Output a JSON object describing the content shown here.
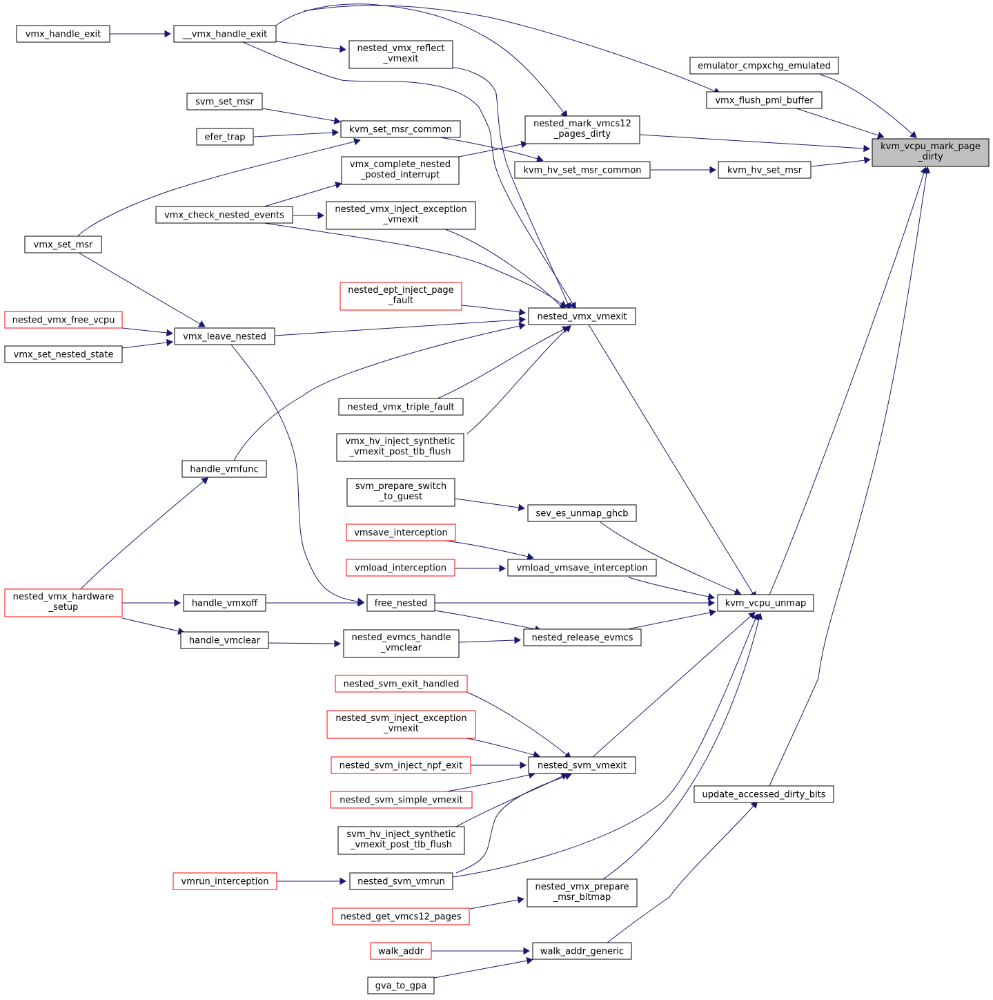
{
  "diagram": {
    "type": "call-graph",
    "colors": {
      "edge": "#191970",
      "external_border": "#ff0000",
      "node_border": "#000000",
      "focus_fill": "#bfbfbf"
    },
    "nodes": [
      {
        "id": "n0",
        "lines": [
          "kvm_vcpu_mark_page",
          "_dirty"
        ],
        "style": "hl"
      },
      {
        "id": "n1",
        "lines": [
          "emulator_cmpxchg_emulated"
        ]
      },
      {
        "id": "n2",
        "lines": [
          "kvm_hv_set_msr"
        ]
      },
      {
        "id": "n3",
        "lines": [
          "kvm_hv_set_msr_common"
        ]
      },
      {
        "id": "n4",
        "lines": [
          "kvm_set_msr_common"
        ]
      },
      {
        "id": "n5",
        "lines": [
          "efer_trap"
        ]
      },
      {
        "id": "n6",
        "lines": [
          "svm_set_msr"
        ]
      },
      {
        "id": "n7",
        "lines": [
          "vmx_set_msr"
        ]
      },
      {
        "id": "n8",
        "lines": [
          "kvm_vcpu_unmap"
        ]
      },
      {
        "id": "n9",
        "lines": [
          "free_nested"
        ]
      },
      {
        "id": "n10",
        "lines": [
          "handle_vmxoff"
        ]
      },
      {
        "id": "n11",
        "lines": [
          "nested_vmx_hardware",
          "_setup"
        ],
        "style": "red"
      },
      {
        "id": "n12",
        "lines": [
          "vmx_leave_nested"
        ]
      },
      {
        "id": "n13",
        "lines": [
          "nested_vmx_free_vcpu"
        ],
        "style": "red"
      },
      {
        "id": "n14",
        "lines": [
          "vmx_set_nested_state"
        ]
      },
      {
        "id": "n15",
        "lines": [
          "nested_release_evmcs"
        ]
      },
      {
        "id": "n16",
        "lines": [
          "nested_evmcs_handle",
          "_vmclear"
        ]
      },
      {
        "id": "n17",
        "lines": [
          "handle_vmclear"
        ]
      },
      {
        "id": "n18",
        "lines": [
          "nested_svm_vmexit"
        ]
      },
      {
        "id": "n19",
        "lines": [
          "nested_svm_exit_handled"
        ],
        "style": "red"
      },
      {
        "id": "n20",
        "lines": [
          "nested_svm_inject_exception",
          "_vmexit"
        ],
        "style": "red"
      },
      {
        "id": "n21",
        "lines": [
          "nested_svm_inject_npf_exit"
        ],
        "style": "red"
      },
      {
        "id": "n22",
        "lines": [
          "nested_svm_simple_vmexit"
        ],
        "style": "red"
      },
      {
        "id": "n23",
        "lines": [
          "svm_hv_inject_synthetic",
          "_vmexit_post_tlb_flush"
        ]
      },
      {
        "id": "n24",
        "lines": [
          "nested_svm_vmrun"
        ]
      },
      {
        "id": "n25",
        "lines": [
          "vmrun_interception"
        ],
        "style": "red"
      },
      {
        "id": "n26",
        "lines": [
          "nested_vmx_prepare",
          "_msr_bitmap"
        ]
      },
      {
        "id": "n27",
        "lines": [
          "nested_get_vmcs12_pages"
        ],
        "style": "red"
      },
      {
        "id": "n28",
        "lines": [
          "nested_vmx_vmexit"
        ]
      },
      {
        "id": "n29",
        "lines": [
          "__vmx_handle_exit"
        ]
      },
      {
        "id": "n30",
        "lines": [
          "vmx_handle_exit"
        ]
      },
      {
        "id": "n31",
        "lines": [
          "nested_ept_inject_page",
          "_fault"
        ],
        "style": "red"
      },
      {
        "id": "n32",
        "lines": [
          "nested_vmx_inject_exception",
          "_vmexit"
        ]
      },
      {
        "id": "n33",
        "lines": [
          "vmx_check_nested_events"
        ]
      },
      {
        "id": "n34",
        "lines": [
          "nested_vmx_reflect",
          "_vmexit"
        ]
      },
      {
        "id": "n35",
        "lines": [
          "nested_vmx_triple_fault"
        ]
      },
      {
        "id": "n36",
        "lines": [
          "handle_vmfunc"
        ]
      },
      {
        "id": "n37",
        "lines": [
          "vmx_hv_inject_synthetic",
          "_vmexit_post_tlb_flush"
        ]
      },
      {
        "id": "n38",
        "lines": [
          "sev_es_unmap_ghcb"
        ]
      },
      {
        "id": "n39",
        "lines": [
          "svm_prepare_switch",
          "_to_guest"
        ]
      },
      {
        "id": "n40",
        "lines": [
          "vmload_vmsave_interception"
        ]
      },
      {
        "id": "n41",
        "lines": [
          "vmload_interception"
        ],
        "style": "red"
      },
      {
        "id": "n42",
        "lines": [
          "vmsave_interception"
        ],
        "style": "red"
      },
      {
        "id": "n43",
        "lines": [
          "nested_mark_vmcs12",
          "_pages_dirty"
        ]
      },
      {
        "id": "n44",
        "lines": [
          "vmx_complete_nested",
          "_posted_interrupt"
        ]
      },
      {
        "id": "n45",
        "lines": [
          "update_accessed_dirty_bits"
        ]
      },
      {
        "id": "n46",
        "lines": [
          "walk_addr_generic"
        ]
      },
      {
        "id": "n47",
        "lines": [
          "gva_to_gpa"
        ]
      },
      {
        "id": "n48",
        "lines": [
          "walk_addr"
        ],
        "style": "red"
      },
      {
        "id": "n49",
        "lines": [
          "vmx_flush_pml_buffer"
        ]
      }
    ],
    "edges": [
      {
        "from": "n1",
        "to": "n0"
      },
      {
        "from": "n2",
        "to": "n0"
      },
      {
        "from": "n3",
        "to": "n2"
      },
      {
        "from": "n4",
        "to": "n3"
      },
      {
        "from": "n5",
        "to": "n4"
      },
      {
        "from": "n6",
        "to": "n4"
      },
      {
        "from": "n7",
        "to": "n4"
      },
      {
        "from": "n8",
        "to": "n0"
      },
      {
        "from": "n9",
        "to": "n8"
      },
      {
        "from": "n10",
        "to": "n9"
      },
      {
        "from": "n11",
        "to": "n10"
      },
      {
        "from": "n12",
        "to": "n9"
      },
      {
        "from": "n13",
        "to": "n12"
      },
      {
        "from": "n14",
        "to": "n12"
      },
      {
        "from": "n7",
        "to": "n12"
      },
      {
        "from": "n15",
        "to": "n8"
      },
      {
        "from": "n9",
        "to": "n15"
      },
      {
        "from": "n16",
        "to": "n15"
      },
      {
        "from": "n17",
        "to": "n16"
      },
      {
        "from": "n11",
        "to": "n17"
      },
      {
        "from": "n18",
        "to": "n8"
      },
      {
        "from": "n19",
        "to": "n18"
      },
      {
        "from": "n20",
        "to": "n18"
      },
      {
        "from": "n21",
        "to": "n18"
      },
      {
        "from": "n22",
        "to": "n18"
      },
      {
        "from": "n23",
        "to": "n18"
      },
      {
        "from": "n24",
        "to": "n18"
      },
      {
        "from": "n25",
        "to": "n24"
      },
      {
        "from": "n24",
        "to": "n8"
      },
      {
        "from": "n26",
        "to": "n8"
      },
      {
        "from": "n27",
        "to": "n26"
      },
      {
        "from": "n28",
        "to": "n8"
      },
      {
        "from": "n29",
        "to": "n28"
      },
      {
        "from": "n30",
        "to": "n29"
      },
      {
        "from": "n31",
        "to": "n28"
      },
      {
        "from": "n32",
        "to": "n28"
      },
      {
        "from": "n33",
        "to": "n32"
      },
      {
        "from": "n33",
        "to": "n28"
      },
      {
        "from": "n34",
        "to": "n28"
      },
      {
        "from": "n29",
        "to": "n34"
      },
      {
        "from": "n35",
        "to": "n28"
      },
      {
        "from": "n36",
        "to": "n28"
      },
      {
        "from": "n11",
        "to": "n36"
      },
      {
        "from": "n37",
        "to": "n28"
      },
      {
        "from": "n12",
        "to": "n28"
      },
      {
        "from": "n38",
        "to": "n8"
      },
      {
        "from": "n39",
        "to": "n38"
      },
      {
        "from": "n40",
        "to": "n8"
      },
      {
        "from": "n41",
        "to": "n40"
      },
      {
        "from": "n42",
        "to": "n40"
      },
      {
        "from": "n43",
        "to": "n0"
      },
      {
        "from": "n29",
        "to": "n43"
      },
      {
        "from": "n44",
        "to": "n43"
      },
      {
        "from": "n33",
        "to": "n44"
      },
      {
        "from": "n45",
        "to": "n0"
      },
      {
        "from": "n46",
        "to": "n45"
      },
      {
        "from": "n47",
        "to": "n46"
      },
      {
        "from": "n48",
        "to": "n46"
      },
      {
        "from": "n49",
        "to": "n0"
      },
      {
        "from": "n29",
        "to": "n49"
      }
    ]
  }
}
